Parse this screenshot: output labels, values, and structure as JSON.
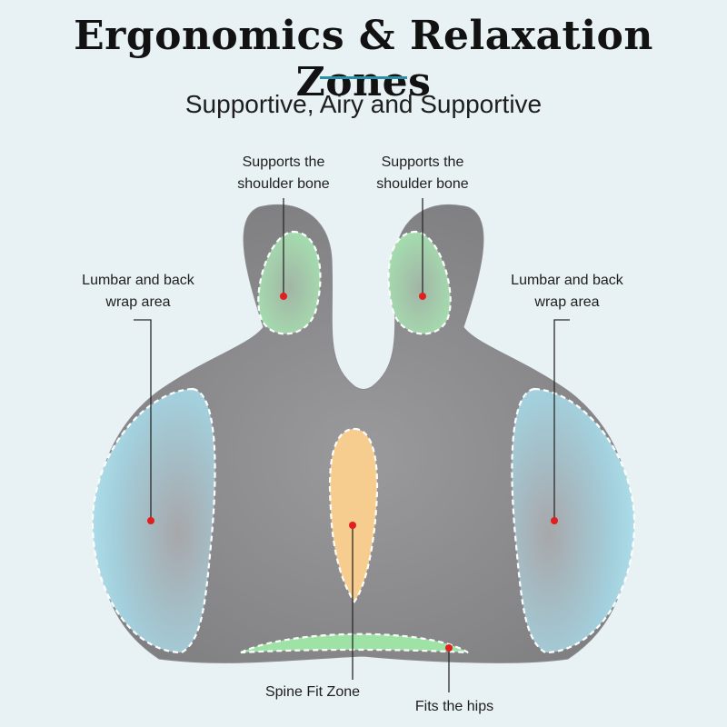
{
  "header": {
    "title": "Ergonomics & Relaxation Zones",
    "subtitle": "Supportive, Airy and Supportive"
  },
  "callouts": {
    "shoulder_left": {
      "line1": "Supports the",
      "line2": "shoulder bone"
    },
    "shoulder_right": {
      "line1": "Supports the",
      "line2": "shoulder bone"
    },
    "lumbar_left": {
      "line1": "Lumbar and back",
      "line2": "wrap area"
    },
    "lumbar_right": {
      "line1": "Lumbar and back",
      "line2": "wrap area"
    },
    "spine": "Spine Fit Zone",
    "hips": "Fits the hips"
  },
  "colors": {
    "background": "#e8f1f3",
    "cushion": "#8f8f91",
    "shoulder_zone": "#9fdcab",
    "lumbar_zone": "#a9d6e4",
    "spine_zone": "#f6cd8f",
    "hip_zone": "#9fe2a6",
    "marker": "#e01f1f",
    "accent_rule": "#2c8fa8"
  }
}
